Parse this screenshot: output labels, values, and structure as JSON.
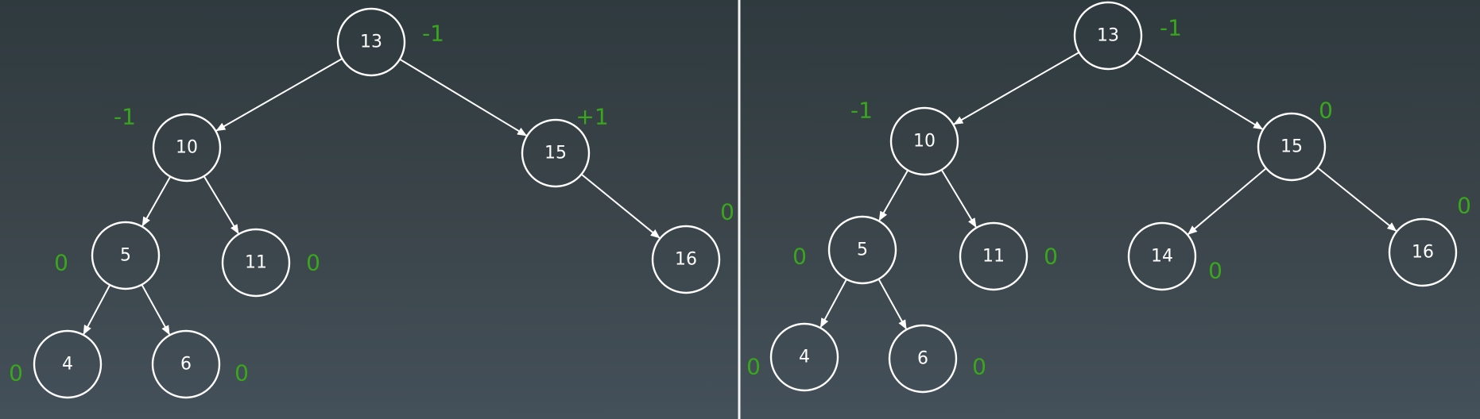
{
  "colors": {
    "background": "#3a4449",
    "node_stroke": "#ffffff",
    "node_text": "#ffffff",
    "balance_text": "#3aa61d",
    "divider": "#f2f2f2"
  },
  "trees": [
    {
      "name": "left-tree",
      "nodes": [
        {
          "id": "13",
          "label": "13",
          "balance": "-1"
        },
        {
          "id": "10",
          "label": "10",
          "balance": "-1"
        },
        {
          "id": "15",
          "label": "15",
          "balance": "+1"
        },
        {
          "id": "5",
          "label": "5",
          "balance": "0"
        },
        {
          "id": "11",
          "label": "11",
          "balance": "0"
        },
        {
          "id": "16",
          "label": "16",
          "balance": "0"
        },
        {
          "id": "4",
          "label": "4",
          "balance": "0"
        },
        {
          "id": "6",
          "label": "6",
          "balance": "0"
        }
      ],
      "edges": [
        {
          "from": "13",
          "to": "10"
        },
        {
          "from": "13",
          "to": "15"
        },
        {
          "from": "10",
          "to": "5"
        },
        {
          "from": "10",
          "to": "11"
        },
        {
          "from": "15",
          "to": "16"
        },
        {
          "from": "5",
          "to": "4"
        },
        {
          "from": "5",
          "to": "6"
        }
      ]
    },
    {
      "name": "right-tree",
      "nodes": [
        {
          "id": "13",
          "label": "13",
          "balance": "-1"
        },
        {
          "id": "10",
          "label": "10",
          "balance": "-1"
        },
        {
          "id": "15",
          "label": "15",
          "balance": "0"
        },
        {
          "id": "5",
          "label": "5",
          "balance": "0"
        },
        {
          "id": "11",
          "label": "11",
          "balance": "0"
        },
        {
          "id": "14",
          "label": "14",
          "balance": "0"
        },
        {
          "id": "16",
          "label": "16",
          "balance": "0"
        },
        {
          "id": "4",
          "label": "4",
          "balance": "0"
        },
        {
          "id": "6",
          "label": "6",
          "balance": "0"
        }
      ],
      "edges": [
        {
          "from": "13",
          "to": "10"
        },
        {
          "from": "13",
          "to": "15"
        },
        {
          "from": "10",
          "to": "5"
        },
        {
          "from": "10",
          "to": "11"
        },
        {
          "from": "15",
          "to": "14"
        },
        {
          "from": "15",
          "to": "16"
        },
        {
          "from": "5",
          "to": "4"
        },
        {
          "from": "5",
          "to": "6"
        }
      ]
    }
  ]
}
